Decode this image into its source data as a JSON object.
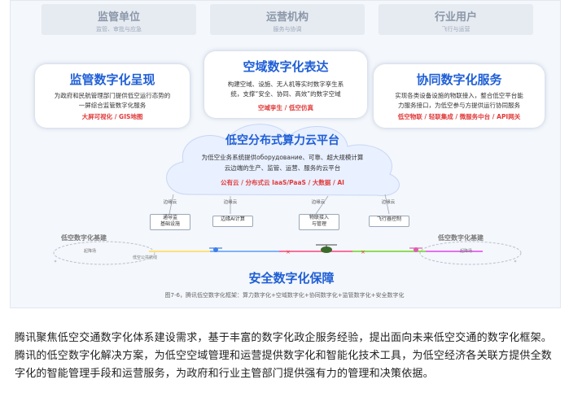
{
  "top_tabs": [
    {
      "title": "监管单位",
      "subtitle": "监管、审批与应急"
    },
    {
      "title": "运营机构",
      "subtitle": "服务与协调"
    },
    {
      "title": "行业用户",
      "subtitle": "飞行与运营"
    }
  ],
  "cards": {
    "left": {
      "title": "监管数字化呈现",
      "desc1": "为政府和民航管理部门提供低空运行态势的",
      "desc2": "一屏综合监管数字化服务",
      "tags": "大屏可视化 / GIS地图"
    },
    "center": {
      "title": "空域数字化表达",
      "desc1": "构建空域、设施、无人机等实时数字孪生系",
      "desc2": "统，支撑“安全、协同、高效”的数字空域",
      "tags": "空域孪生 / 低空仿真"
    },
    "right": {
      "title": "协同数字化服务",
      "desc1": "实现各类设备设施的物联接入，整合低空平台能",
      "desc2": "力服务接口，为低空参与方提供运行协同服务",
      "tags": "低空物联 / 轻联集成 / 微服务中台 / API网关"
    }
  },
  "cloud": {
    "title": "低空分布式算力云平台",
    "desc1": "为低空业务系统提供оборудование、可靠、超大规模计算",
    "desc2": "云边端的生产、监管、运营、服务的云平台",
    "tags": "公有云 / 分布式云 IaaS/PaaS / 大数据 / AI"
  },
  "edge_nodes": [
    {
      "label": "边缘云",
      "box": "通导监\n基础设施"
    },
    {
      "label": "边缘云",
      "box": "边缘AI计算"
    },
    {
      "label": "边缘云",
      "box": "物联接入\n与管理"
    },
    {
      "label": "边缘云",
      "box": "飞行器控制"
    }
  ],
  "bases": {
    "left": "低空数字化基建",
    "right": "低空数字化基建",
    "left_small": "起降场",
    "route_small": "低空公共航线",
    "right_small": "起降场"
  },
  "safety_title": "安全数字化保障",
  "caption": "图7-6，腾讯低空数字化框架：算力数字化+空域数字化+协同数字化+监管数字化+安全数字化",
  "paragraph": "腾讯聚焦低空交通数字化体系建设需求，基于丰富的数字化政企服务经验，提出面向未来低空交通的数字化框架。腾讯的低空数字化解决方案，为低空空域管理和运营提供数字化和智能化技术工具，为低空经济各关联方提供全数字化的智能管理手段和运营服务，为政府和行业主管部门提供强有力的管理和决策依据。",
  "colors": {
    "accent": "#1f5fd6",
    "tag": "#e03a3a",
    "cloud": "#e9f0ff"
  }
}
